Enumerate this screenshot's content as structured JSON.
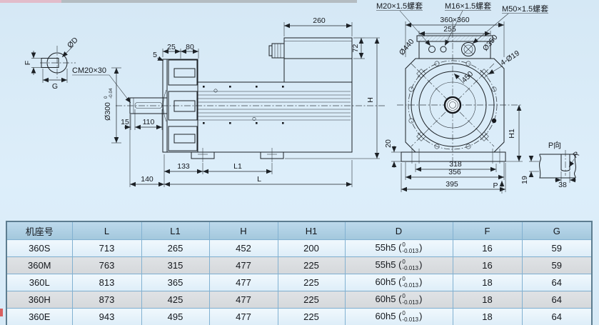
{
  "colors": {
    "background": "#d9ecf8",
    "line": "#1c2126",
    "table_header_bg": "#aecfe4",
    "table_row_light": "#e8f3fb",
    "table_row_gray": "#d9dcdf",
    "table_grid": "#82b1d1",
    "accent_red": "#d95f5f"
  },
  "drawing": {
    "shaft_section": {
      "dia": "ØD",
      "f": "F",
      "g": "G"
    },
    "side": {
      "center_hole": "CM20×30",
      "flange_dia": "Ø300",
      "flange_tol_top": "0",
      "flange_tol_bot": "-0.04",
      "d5": "5",
      "d25": "25",
      "d80": "80",
      "d260": "260",
      "d72": "72",
      "h": "H",
      "d15": "15",
      "d110": "110",
      "d140": "140",
      "d133": "133",
      "l1": "L1",
      "l": "L"
    },
    "front": {
      "m20": "M20×1.5螺套",
      "m16": "M16×1.5螺套",
      "m50": "M50×1.5螺套",
      "square": "360×360",
      "d255": "255",
      "d440": "Ø440",
      "d350": "Ø350",
      "d450": "450",
      "holes": "4-Ø19",
      "d20": "20",
      "d318": "318",
      "d356": "356",
      "d395": "395",
      "p": "P",
      "h1": "H1"
    },
    "p_view": {
      "title": "P向",
      "r": "R",
      "d19": "19",
      "d38": "38"
    }
  },
  "table": {
    "headers": [
      "机座号",
      "L",
      "L1",
      "H",
      "H1",
      "D",
      "F",
      "G"
    ],
    "rows": [
      [
        "360S",
        "713",
        "265",
        "452",
        "200",
        {
          "base": "55h5",
          "sup": "0",
          "sub": "-0.013"
        },
        "16",
        "59"
      ],
      [
        "360M",
        "763",
        "315",
        "477",
        "225",
        {
          "base": "55h5",
          "sup": "0",
          "sub": "-0.013"
        },
        "16",
        "59"
      ],
      [
        "360L",
        "813",
        "365",
        "477",
        "225",
        {
          "base": "60h5",
          "sup": "0",
          "sub": "-0.013"
        },
        "18",
        "64"
      ],
      [
        "360H",
        "873",
        "425",
        "477",
        "225",
        {
          "base": "60h5",
          "sup": "0",
          "sub": "-0.013"
        },
        "18",
        "64"
      ],
      [
        "360E",
        "943",
        "495",
        "477",
        "225",
        {
          "base": "60h5",
          "sup": "0",
          "sub": "-0.013"
        },
        "18",
        "64"
      ]
    ]
  }
}
